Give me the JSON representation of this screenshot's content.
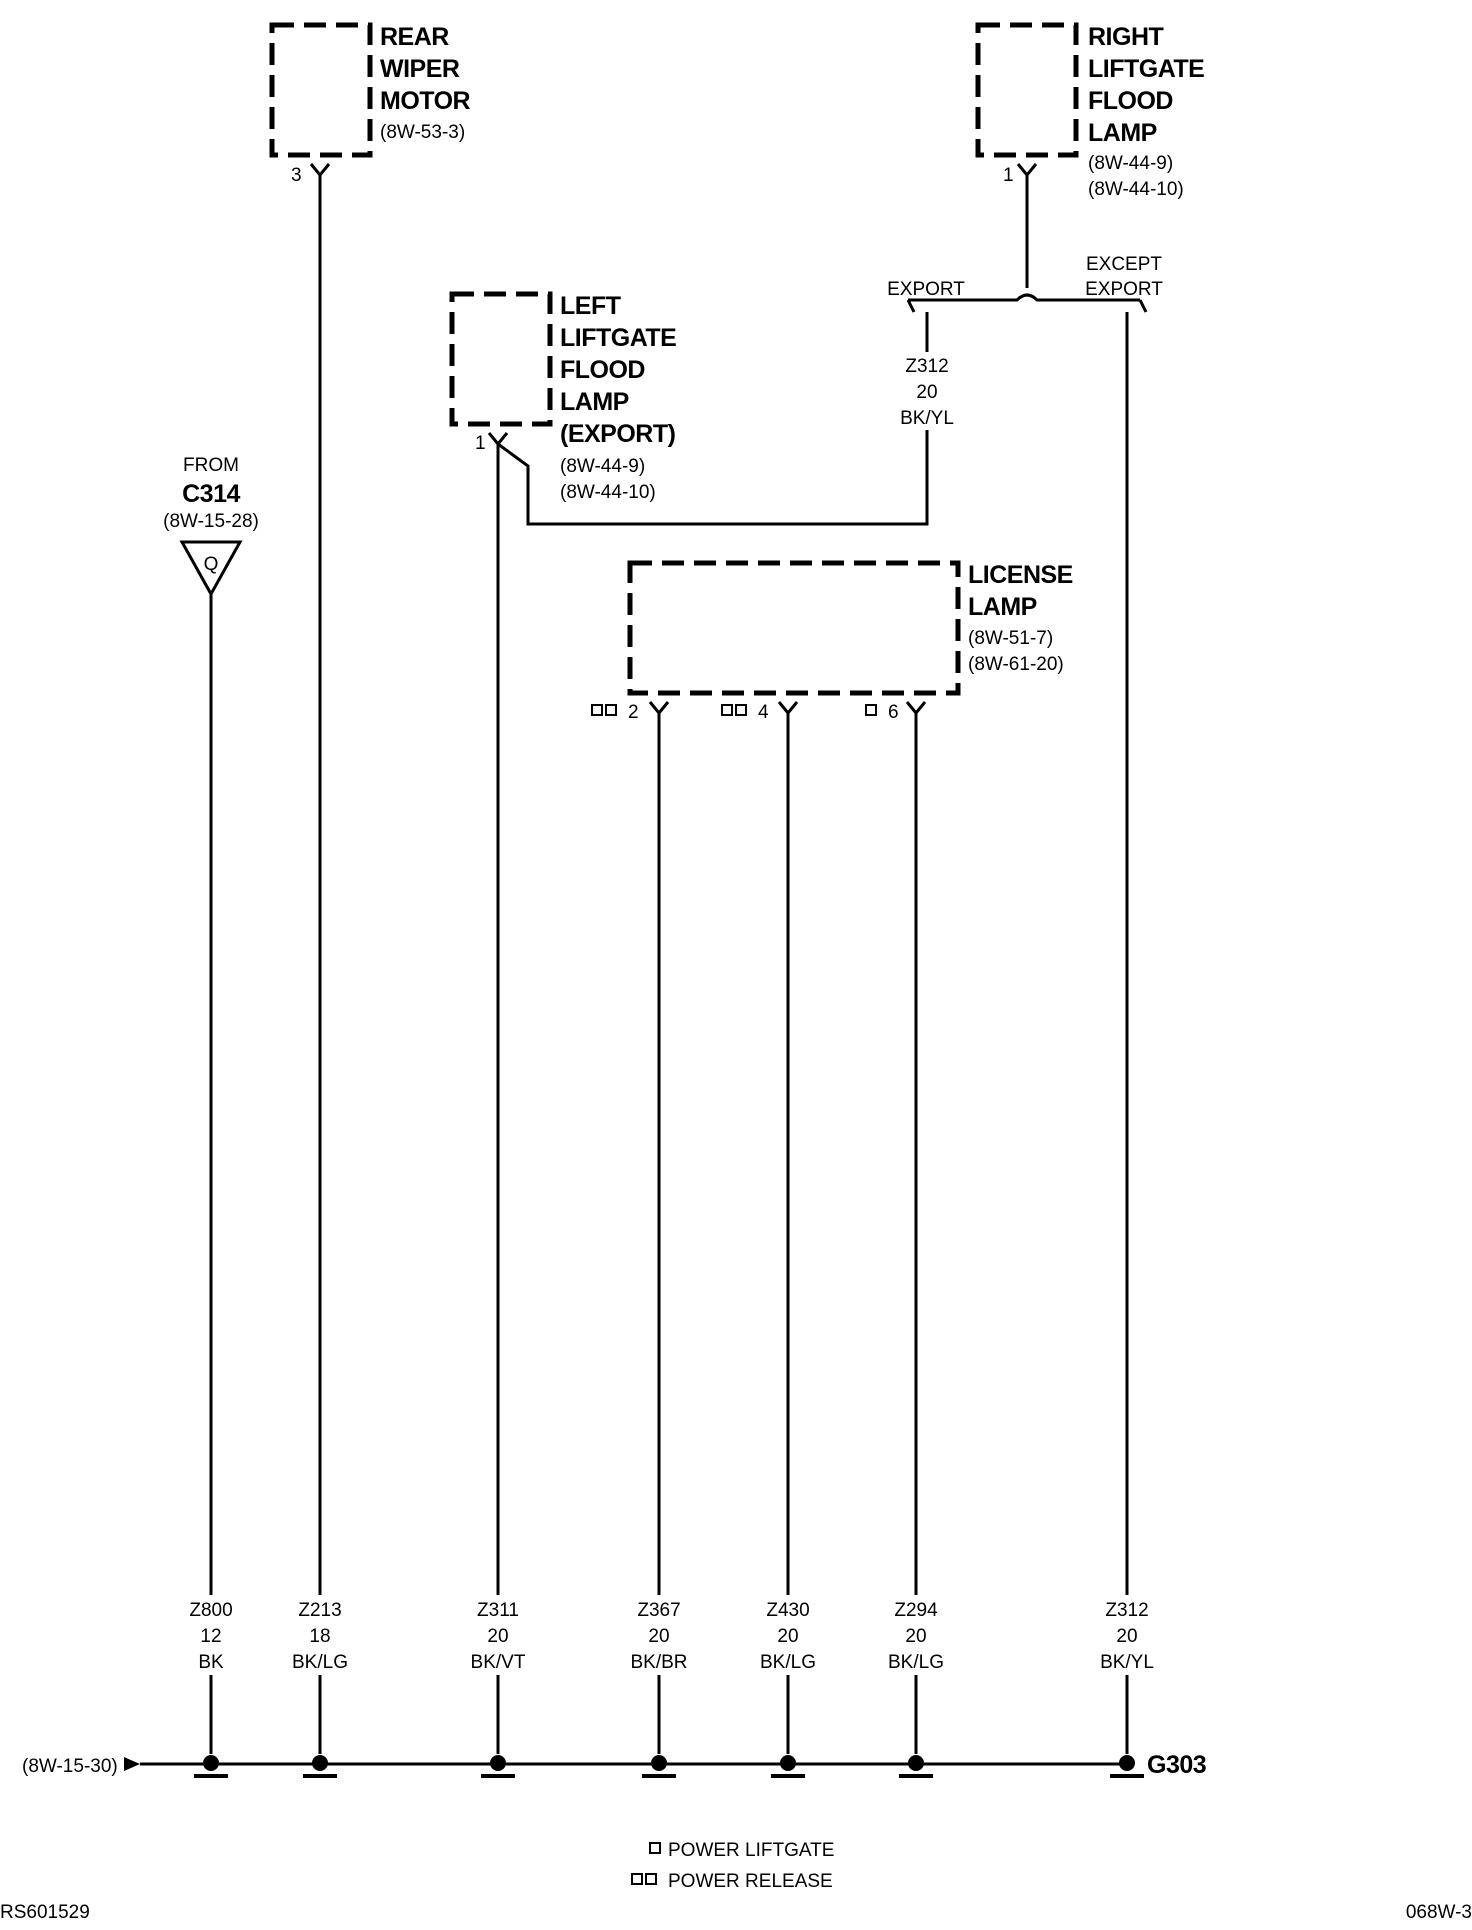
{
  "components": {
    "rear_wiper": {
      "name": [
        "REAR",
        "WIPER",
        "MOTOR"
      ],
      "refs": [
        "(8W-53-3)"
      ],
      "pin": "3"
    },
    "right_flood": {
      "name": [
        "RIGHT",
        "LIFTGATE",
        "FLOOD",
        "LAMP"
      ],
      "refs": [
        "(8W-44-9)",
        "(8W-44-10)"
      ],
      "pin": "1"
    },
    "left_flood": {
      "name": [
        "LEFT",
        "LIFTGATE",
        "FLOOD",
        "LAMP",
        "(EXPORT)"
      ],
      "refs": [
        "(8W-44-9)",
        "(8W-44-10)"
      ],
      "pin": "1"
    },
    "license": {
      "name": [
        "LICENSE",
        "LAMP"
      ],
      "refs": [
        "(8W-51-7)",
        "(8W-61-20)"
      ],
      "pins": [
        "2",
        "4",
        "6"
      ]
    }
  },
  "from_connector": {
    "from": "FROM",
    "id": "C314",
    "ref": "(8W-15-28)",
    "letter": "Q"
  },
  "split": {
    "left": "EXPORT",
    "right": [
      "EXCEPT",
      "EXPORT"
    ]
  },
  "mid_wire": [
    "Z312",
    "20",
    "BK/YL"
  ],
  "wires": [
    {
      "id": "Z800",
      "gauge": "12",
      "color": "BK"
    },
    {
      "id": "Z213",
      "gauge": "18",
      "color": "BK/LG"
    },
    {
      "id": "Z311",
      "gauge": "20",
      "color": "BK/VT"
    },
    {
      "id": "Z367",
      "gauge": "20",
      "color": "BK/BR"
    },
    {
      "id": "Z430",
      "gauge": "20",
      "color": "BK/LG"
    },
    {
      "id": "Z294",
      "gauge": "20",
      "color": "BK/LG"
    },
    {
      "id": "Z312",
      "gauge": "20",
      "color": "BK/YL"
    }
  ],
  "ground": {
    "id": "G303",
    "continue_ref": "(8W-15-30)"
  },
  "legend": [
    {
      "symbol": "□",
      "text": "POWER LIFTGATE"
    },
    {
      "symbol": "□□",
      "text": "POWER RELEASE"
    }
  ],
  "footer": {
    "left": "RS601529",
    "right": "068W-3"
  }
}
